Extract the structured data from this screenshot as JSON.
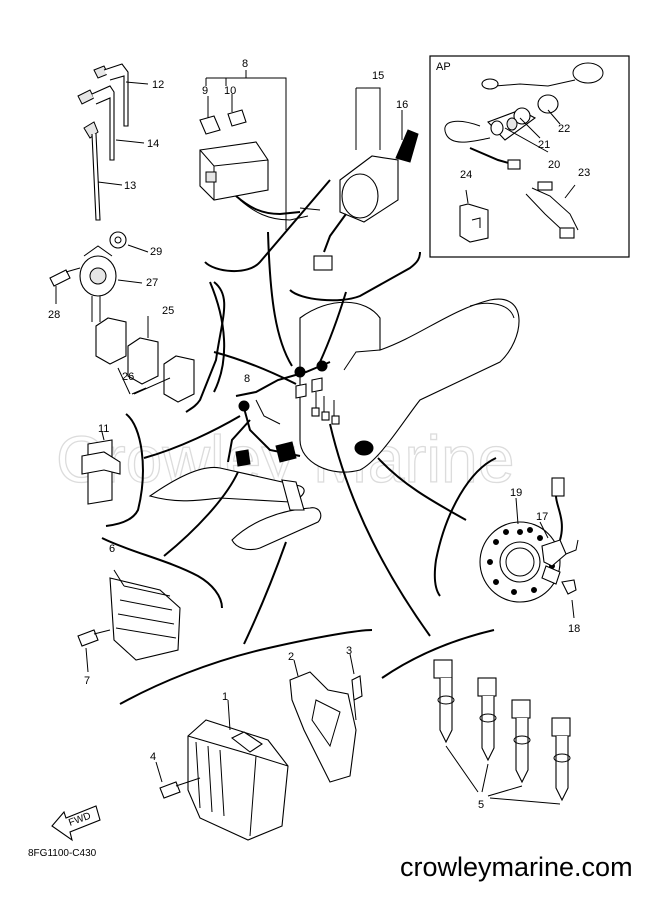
{
  "diagram": {
    "part_numbers": [
      "1",
      "2",
      "3",
      "4",
      "5",
      "6",
      "7",
      "8",
      "8",
      "9",
      "10",
      "11",
      "12",
      "13",
      "14",
      "15",
      "16",
      "17",
      "18",
      "19",
      "20",
      "21",
      "22",
      "23",
      "24",
      "25",
      "26",
      "27",
      "28",
      "29"
    ],
    "inset_label": "AP",
    "fwd_label": "FWD",
    "drawing_code": "8FG1100-C430",
    "watermark": "Crowley Marine",
    "site": "crowleymarine.com"
  }
}
